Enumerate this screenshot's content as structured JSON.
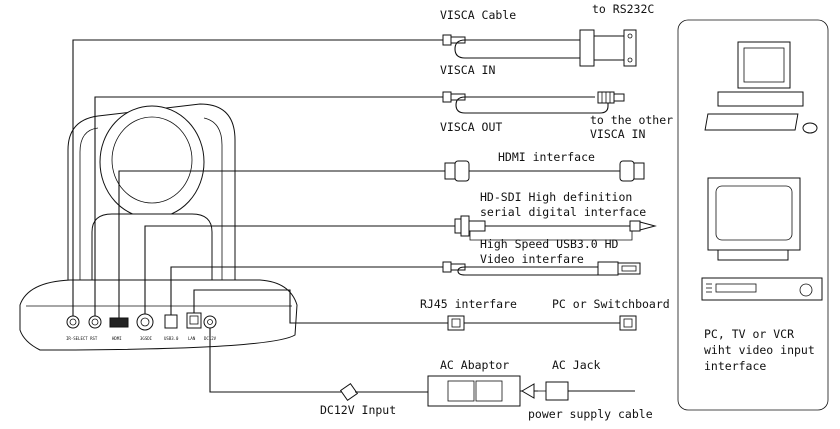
{
  "labels": {
    "visca_cable": "VISCA Cable",
    "to_rs232c": "to RS232C",
    "visca_in": "VISCA IN",
    "visca_out": "VISCA OUT",
    "to_other_1": "to the other",
    "to_other_2": "VISCA IN",
    "hdmi": "HDMI  interface",
    "hdsdi_1": "HD-SDI High definition",
    "hdsdi_2": "serial digital interface",
    "usb_1": "High Speed USB3.0 HD",
    "usb_2": "Video interfare",
    "rj45": "RJ45 interfare",
    "pc_switch": "PC or Switchboard",
    "ac_adaptor": "AC Abaptor",
    "ac_jack": "AC Jack",
    "dc12v": "DC12V Input",
    "power_cable": "power supply cable",
    "pc_tv_1": "PC, TV or VCR",
    "pc_tv_2": "wiht video input",
    "pc_tv_3": "interface"
  },
  "icons": {
    "camera": "ptz-camera",
    "computer": "desktop-computer-icon",
    "tv": "television-icon",
    "vcr": "vcr-icon"
  }
}
